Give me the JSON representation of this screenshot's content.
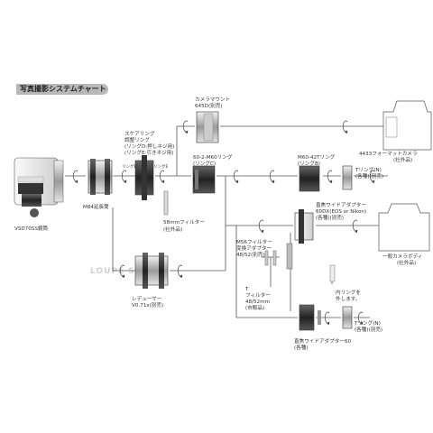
{
  "title": "写真撮影システムチャート",
  "watermark": "LOUPE STUDIO",
  "labels": {
    "scope": "VSD70SS鏡筒",
    "m84_tube": "M84延長筒",
    "ring_title": "スケアリング",
    "ring_line2": "調整リング",
    "ring_line3": "(リングD:押しネジ用)",
    "ring_line4": "(リングE:引きネジ用)",
    "ring_d_small": "リングD",
    "ring_e_small": "リングE",
    "filter58": "58mmフィルター",
    "filter58_note": "(社外品)",
    "ring_c_title": "60-2-M60リング",
    "ring_c_sub": "(リングC)",
    "mount645_title": "カメラマウント",
    "mount645_sub": "645D(別売)",
    "camera4433": "4433フォーマットカメラ",
    "camera4433_sub": "(社外品)",
    "m60_title": "M60-42Tリング",
    "m60_sub": "(リングB)",
    "tring_top": "Tリング(N)",
    "tring_top_sub": "(各種)(別売)",
    "adapter60dx_1": "直焦ワイドアダプター",
    "adapter60dx_2": "60DX(EOS or Nikon)",
    "adapter60dx_3": "(各種)(別売)",
    "general_camera": "一般カメラボディ",
    "general_camera_sub": "(社外品)",
    "m56_1": "M56フィルター",
    "m56_2": "変換アダプター",
    "m56_3": "48/52(別売)",
    "filter_t_1": "T",
    "filter_t_2": "フィルター",
    "filter_t_3": "48/52mm",
    "filter_t_4": "(市販品)",
    "inner_ring_1": "内リングを",
    "inner_ring_2": "外します。",
    "tring_bottom": "Tリング(N)",
    "tring_bottom_sub": "(各種)(別売)",
    "reducer_1": "レデューサー",
    "reducer_2": "V0.71x(別売)",
    "adapter60_1": "直焦ワイドアダプター60",
    "adapter60_2": "(各種)"
  }
}
